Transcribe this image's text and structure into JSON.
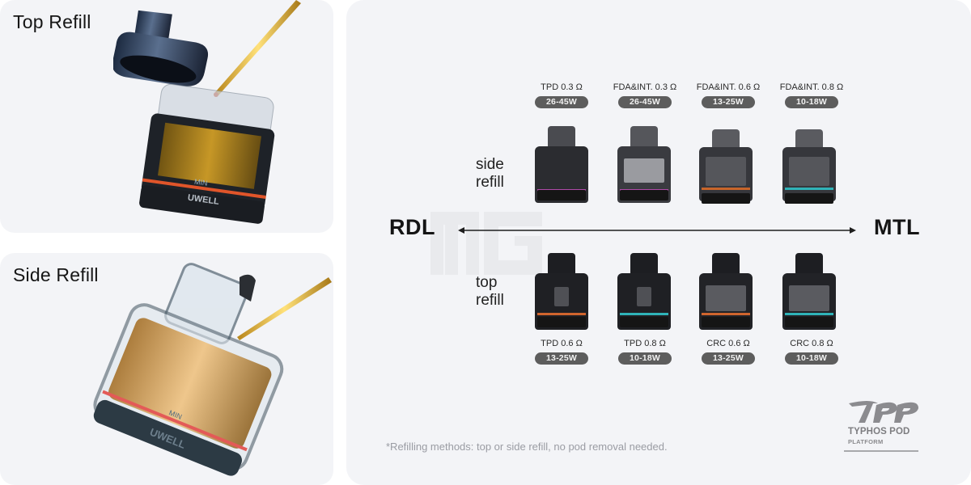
{
  "panels": {
    "top_refill": {
      "title": "Top Refill",
      "brand_mark": "UWELL",
      "level_mark": "MIN"
    },
    "side_refill": {
      "title": "Side Refill",
      "brand_mark": "UWELL",
      "level_mark": "MIN"
    }
  },
  "comparison": {
    "axis": {
      "left_label": "RDL",
      "right_label": "MTL"
    },
    "row_labels": {
      "side": {
        "line1": "side",
        "line2": "refill"
      },
      "top": {
        "line1": "top",
        "line2": "refill"
      }
    },
    "side_refill_pods": [
      {
        "name": "TPD 0.3 Ω",
        "wattage": "26-45W",
        "band_color": "#b04aa8",
        "style": "solid"
      },
      {
        "name": "FDA&INT. 0.3 Ω",
        "wattage": "26-45W",
        "band_color": "#b04aa8",
        "style": "clear"
      },
      {
        "name": "FDA&INT. 0.6 Ω",
        "wattage": "13-25W",
        "band_color": "#c8652a",
        "style": "coil"
      },
      {
        "name": "FDA&INT. 0.8 Ω",
        "wattage": "10-18W",
        "band_color": "#2fb3b8",
        "style": "coil"
      }
    ],
    "top_refill_pods": [
      {
        "name": "TPD 0.6 Ω",
        "wattage": "13-25W",
        "band_color": "#d0652e",
        "style": "slot"
      },
      {
        "name": "TPD 0.8 Ω",
        "wattage": "10-18W",
        "band_color": "#2fb3b8",
        "style": "slot"
      },
      {
        "name": "CRC 0.6 Ω",
        "wattage": "13-25W",
        "band_color": "#d0652e",
        "style": "window"
      },
      {
        "name": "CRC 0.8 Ω",
        "wattage": "10-18W",
        "band_color": "#2fb3b8",
        "style": "window"
      }
    ],
    "footnote": "*Refilling methods: top or side refill, no pod removal needed."
  },
  "logo": {
    "mark": "TPP",
    "line1": "TYPHOS POD",
    "line2": "PLATFORM"
  },
  "colors": {
    "card_bg": "#f3f4f7",
    "pill_bg": "#5d5d5d",
    "footnote": "#9a9ca3",
    "accent_gold": "#d9b23a"
  }
}
